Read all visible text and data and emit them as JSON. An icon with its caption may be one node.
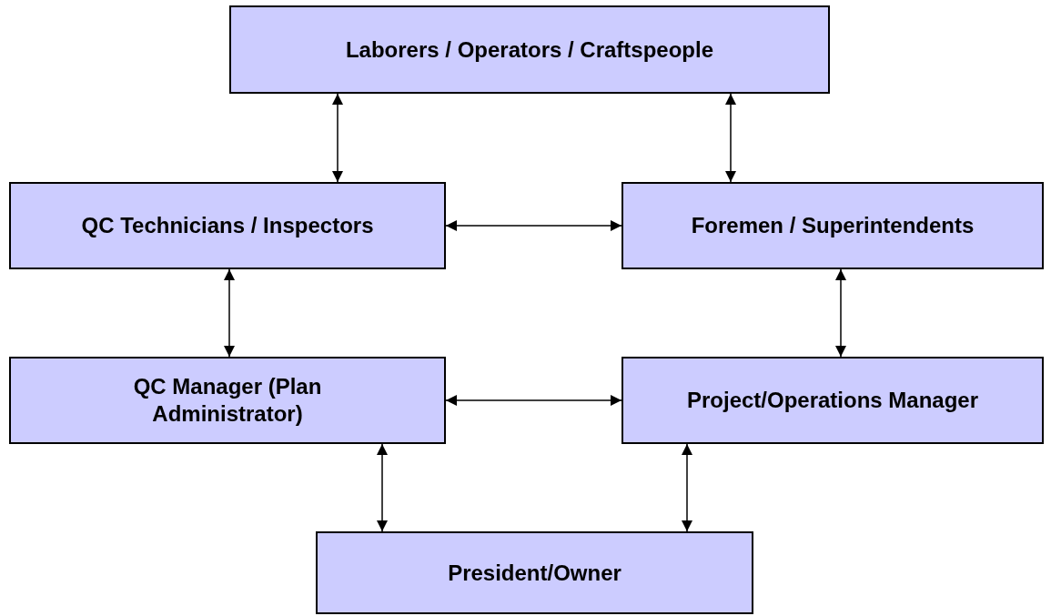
{
  "diagram": {
    "nodes": [
      {
        "text": [
          "Laborers / Operators / Craftspeople"
        ]
      },
      {
        "text": [
          "QC Technicians / Inspectors"
        ]
      },
      {
        "text": [
          "Foremen / Superintendents"
        ]
      },
      {
        "text": [
          "QC Manager (Plan Administrator)"
        ]
      },
      {
        "text": [
          "Project/Operations Manager"
        ]
      },
      {
        "text": [
          "President/Owner"
        ]
      }
    ],
    "edges": [
      {
        "from": 0,
        "to": 1,
        "arrow": "both"
      },
      {
        "from": 0,
        "to": 2,
        "arrow": "both"
      },
      {
        "from": 1,
        "to": 2,
        "arrow": "both"
      },
      {
        "from": 1,
        "to": 3,
        "arrow": "both"
      },
      {
        "from": 2,
        "to": 4,
        "arrow": "both"
      },
      {
        "from": 3,
        "to": 4,
        "arrow": "both"
      },
      {
        "from": 3,
        "to": 5,
        "arrow": "both"
      },
      {
        "from": 4,
        "to": 5,
        "arrow": "both"
      }
    ]
  }
}
